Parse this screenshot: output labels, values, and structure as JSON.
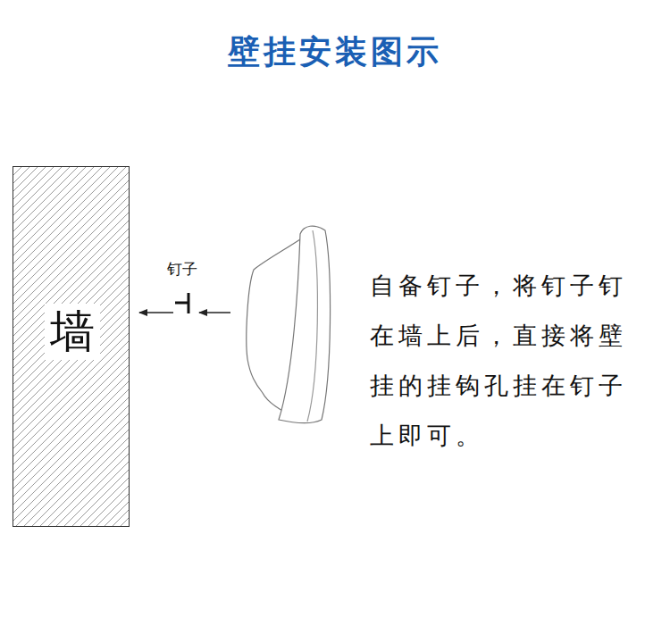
{
  "diagram": {
    "title": "壁挂安装图示",
    "nodes": [
      {
        "text": [
          "墙"
        ]
      }
    ],
    "labels": [
      "钉子",
      "自备钉子，将钉子钉在墙上后，直接将壁挂的挂钩孔挂在钉子上即可。"
    ]
  }
}
